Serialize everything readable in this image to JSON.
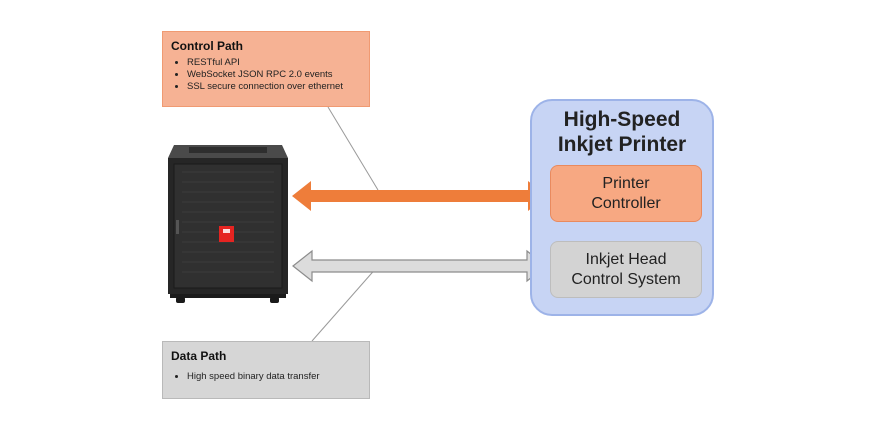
{
  "control_path": {
    "title": "Control Path",
    "bullets": [
      "RESTful API",
      "WebSocket JSON RPC 2.0 events",
      "SSL secure connection over ethernet"
    ]
  },
  "data_path": {
    "title": "Data Path",
    "bullets": [
      "High speed binary data transfer"
    ]
  },
  "printer": {
    "title_line1": "High-Speed",
    "title_line2": "Inkjet Printer",
    "controller_line1": "Printer",
    "controller_line2": "Controller",
    "head_line1": "Inkjet Head",
    "head_line2": "Control System"
  },
  "colors": {
    "control_arrow": "#ee7d3a",
    "data_arrow": "#d9d9d9",
    "server_logo": "#e52421"
  },
  "icons": {
    "server": "server-rack-icon"
  }
}
